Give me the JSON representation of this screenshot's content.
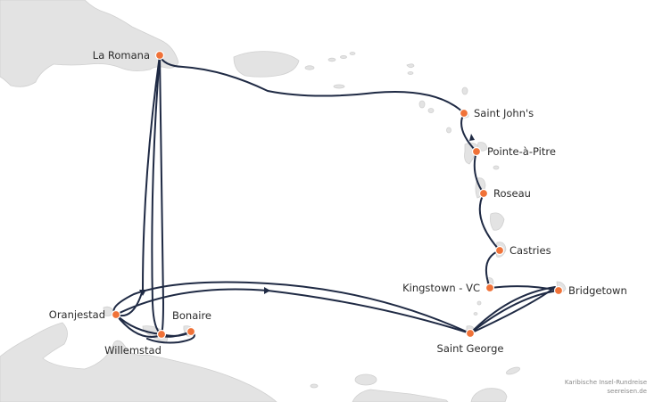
{
  "map": {
    "colors": {
      "land": "#e3e3e3",
      "route": "#1f2a44",
      "port": "#f07238",
      "background": "#ffffff"
    },
    "ports": [
      {
        "name": "La Romana"
      },
      {
        "name": "Saint John's"
      },
      {
        "name": "Pointe-à-Pitre"
      },
      {
        "name": "Roseau"
      },
      {
        "name": "Castries"
      },
      {
        "name": "Kingstown - VC"
      },
      {
        "name": "Bridgetown"
      },
      {
        "name": "Saint George"
      },
      {
        "name": "Oranjestad"
      },
      {
        "name": "Bonaire"
      },
      {
        "name": "Willemstad"
      }
    ],
    "credit": {
      "line1": "Karibische Insel-Rundreise",
      "line2": "seereisen.de"
    }
  }
}
